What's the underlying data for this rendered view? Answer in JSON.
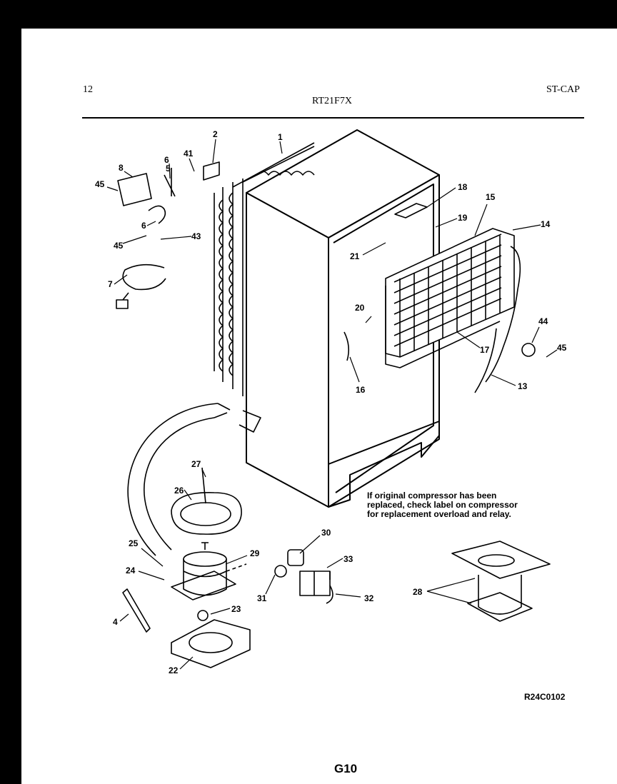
{
  "header": {
    "page_number": "12",
    "model": "RT21F7X",
    "section": "ST-CAP"
  },
  "note": "If original compressor has been replaced, check label on compressor for replacement overload and relay.",
  "reference_code": "R24C0102",
  "page_code": "G10",
  "callouts": [
    "1",
    "2",
    "41",
    "6",
    "5",
    "8",
    "45",
    "6",
    "43",
    "45",
    "7",
    "18",
    "19",
    "15",
    "14",
    "21",
    "20",
    "16",
    "17",
    "44",
    "45",
    "13",
    "27",
    "26",
    "25",
    "29",
    "30",
    "33",
    "24",
    "31",
    "32",
    "4",
    "23",
    "22",
    "28"
  ]
}
